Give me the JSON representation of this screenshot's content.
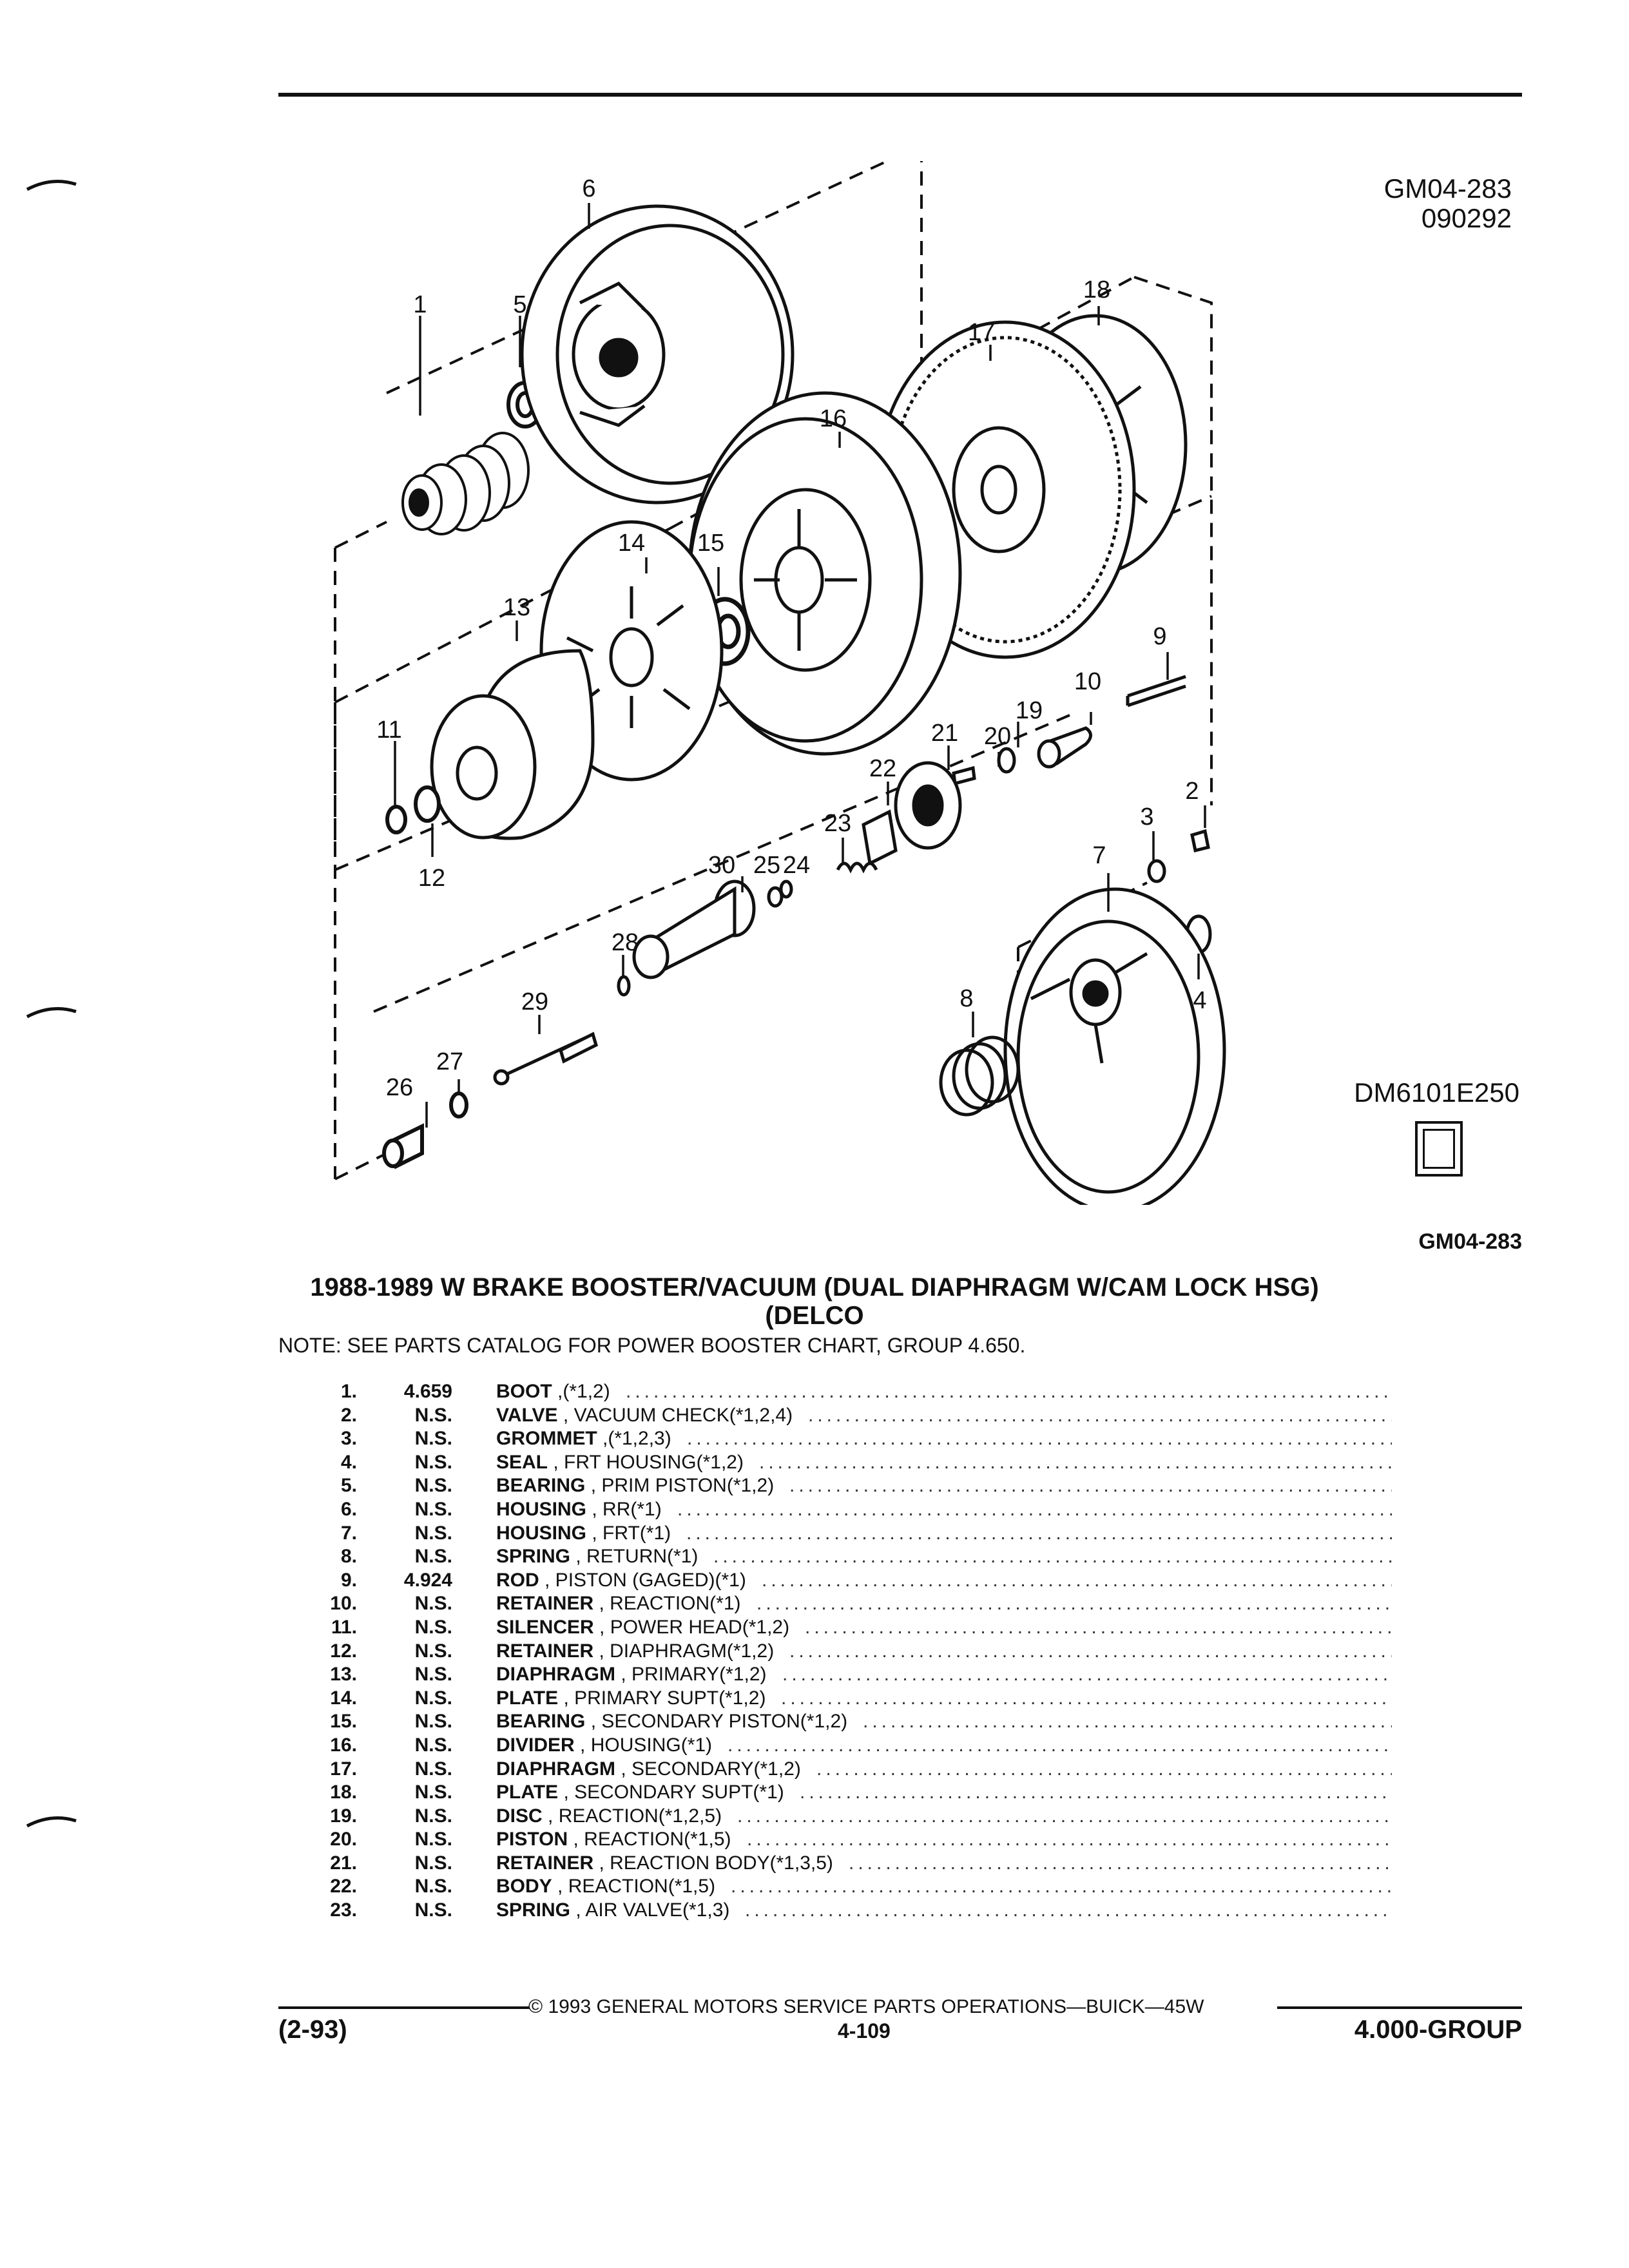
{
  "header": {
    "ref_code": "GM04-283",
    "date_code": "090292"
  },
  "diagram": {
    "drawing_id": "DM6101E250",
    "callouts": [
      "1",
      "2",
      "3",
      "4",
      "5",
      "6",
      "7",
      "8",
      "9",
      "10",
      "11",
      "12",
      "13",
      "14",
      "15",
      "16",
      "17",
      "18",
      "19",
      "20",
      "21",
      "22",
      "23",
      "24",
      "25",
      "26",
      "27",
      "28",
      "29",
      "30"
    ]
  },
  "figure_code": "GM04-283",
  "title_line1": "1988-1989 W BRAKE BOOSTER/VACUUM (DUAL DIAPHRAGM W/CAM LOCK HSG)",
  "title_line2": "(DELCO",
  "note": "NOTE:  SEE PARTS CATALOG FOR POWER BOOSTER CHART, GROUP 4.650.",
  "parts": [
    {
      "num": "1.",
      "code": "4.659",
      "name": "BOOT",
      "detail": ",(*1,2)"
    },
    {
      "num": "2.",
      "code": "N.S.",
      "name": "VALVE",
      "detail": ", VACUUM CHECK(*1,2,4)"
    },
    {
      "num": "3.",
      "code": "N.S.",
      "name": "GROMMET",
      "detail": ",(*1,2,3)"
    },
    {
      "num": "4.",
      "code": "N.S.",
      "name": "SEAL",
      "detail": ", FRT HOUSING(*1,2)"
    },
    {
      "num": "5.",
      "code": "N.S.",
      "name": "BEARING",
      "detail": ", PRIM PISTON(*1,2)"
    },
    {
      "num": "6.",
      "code": "N.S.",
      "name": "HOUSING",
      "detail": ", RR(*1)"
    },
    {
      "num": "7.",
      "code": "N.S.",
      "name": "HOUSING",
      "detail": ", FRT(*1)"
    },
    {
      "num": "8.",
      "code": "N.S.",
      "name": "SPRING",
      "detail": ", RETURN(*1)"
    },
    {
      "num": "9.",
      "code": "4.924",
      "name": "ROD",
      "detail": ", PISTON (GAGED)(*1)"
    },
    {
      "num": "10.",
      "code": "N.S.",
      "name": "RETAINER",
      "detail": ", REACTION(*1)"
    },
    {
      "num": "11.",
      "code": "N.S.",
      "name": "SILENCER",
      "detail": ", POWER HEAD(*1,2)"
    },
    {
      "num": "12.",
      "code": "N.S.",
      "name": "RETAINER",
      "detail": ", DIAPHRAGM(*1,2)"
    },
    {
      "num": "13.",
      "code": "N.S.",
      "name": "DIAPHRAGM",
      "detail": ", PRIMARY(*1,2)"
    },
    {
      "num": "14.",
      "code": "N.S.",
      "name": "PLATE",
      "detail": ", PRIMARY SUPT(*1,2)"
    },
    {
      "num": "15.",
      "code": "N.S.",
      "name": "BEARING",
      "detail": ", SECONDARY PISTON(*1,2)"
    },
    {
      "num": "16.",
      "code": "N.S.",
      "name": "DIVIDER",
      "detail": ", HOUSING(*1)"
    },
    {
      "num": "17.",
      "code": "N.S.",
      "name": "DIAPHRAGM",
      "detail": ", SECONDARY(*1,2)"
    },
    {
      "num": "18.",
      "code": "N.S.",
      "name": "PLATE",
      "detail": ", SECONDARY SUPT(*1)"
    },
    {
      "num": "19.",
      "code": "N.S.",
      "name": "DISC",
      "detail": ", REACTION(*1,2,5)"
    },
    {
      "num": "20.",
      "code": "N.S.",
      "name": "PISTON",
      "detail": ", REACTION(*1,5)"
    },
    {
      "num": "21.",
      "code": "N.S.",
      "name": "RETAINER",
      "detail": ", REACTION BODY(*1,3,5)"
    },
    {
      "num": "22.",
      "code": "N.S.",
      "name": "BODY",
      "detail": ", REACTION(*1,5)"
    },
    {
      "num": "23.",
      "code": "N.S.",
      "name": "SPRING",
      "detail": ", AIR VALVE(*1,3)"
    }
  ],
  "footer": {
    "copyright": "©  1993  GENERAL MOTORS SERVICE PARTS OPERATIONS—BUICK—45W",
    "revision": "(2-93)",
    "page": "4-109",
    "group": "4.000-GROUP"
  }
}
